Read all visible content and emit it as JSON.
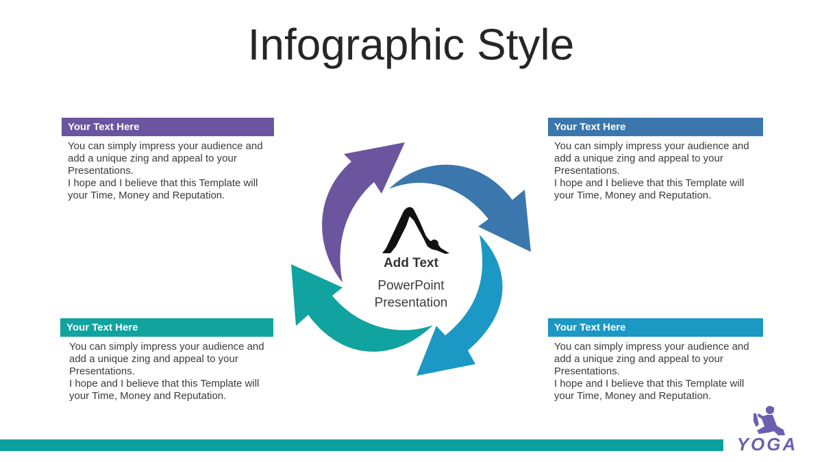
{
  "title": "Infographic Style",
  "boxes": [
    {
      "header": "Your Text  Here",
      "line1": "You can simply impress your audience and add a unique zing and appeal to your Presentations.",
      "line2": "I hope and I believe that this Template will your Time, Money and Reputation.",
      "color": "#6a559e"
    },
    {
      "header": "Your Text  Here",
      "line1": "You can simply impress your audience and add a unique zing and appeal to your Presentations.",
      "line2": "I hope and I believe that this Template will your Time, Money and Reputation.",
      "color": "#3b77ac"
    },
    {
      "header": "Your Text  Here",
      "line1": "You can simply impress your audience and add a unique zing and appeal to your Presentations.",
      "line2": "I hope and I believe that this Template will your Time, Money and Reputation.",
      "color": "#11a3a0"
    },
    {
      "header": "Your Text  Here",
      "line1": "You can simply impress your audience and add a unique zing and appeal to your Presentations.",
      "line2": "I hope and I believe that this Template will your Time, Money and Reputation.",
      "color": "#1c98c4"
    }
  ],
  "center": {
    "title": "Add Text",
    "subtitle1": "PowerPoint",
    "subtitle2": "Presentation",
    "icon": "yoga-pose-icon"
  },
  "arrows": [
    {
      "color": "#6a559e"
    },
    {
      "color": "#3b77ac"
    },
    {
      "color": "#1c98c4"
    },
    {
      "color": "#11a3a0"
    }
  ],
  "logo": {
    "text": "YOGA",
    "color": "#6c5fb0",
    "icon": "yoga-person-icon"
  },
  "bar_color": "#0aa0a0"
}
